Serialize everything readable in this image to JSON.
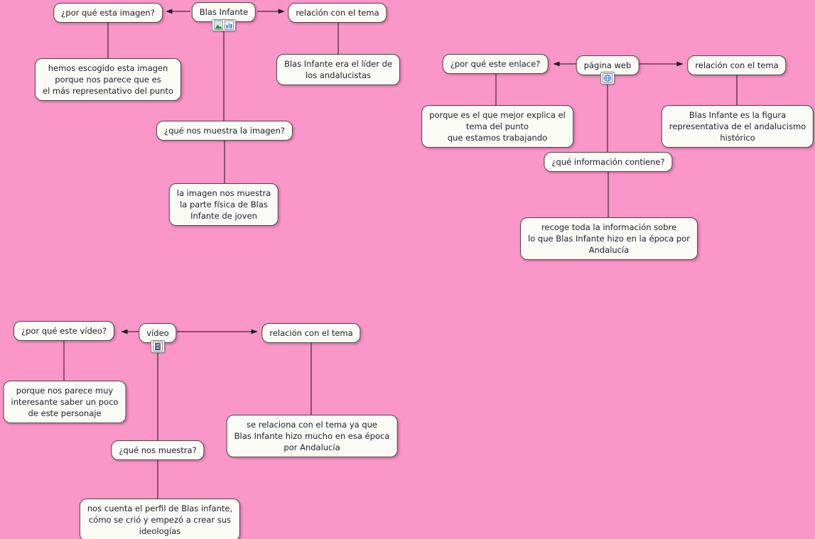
{
  "background_color": "#fb96c9",
  "node_fill": "#fbfbf6",
  "node_border_color": "#49493f",
  "text_color": "#1c1c2e",
  "clusters": {
    "imagen": {
      "center": "Blas Infante",
      "question_left": "¿por qué esta imagen?",
      "answer_left": "hemos escogido esta imagen\nporque nos parece que es\nel más representativo del punto",
      "question_right": "relación con el tema",
      "answer_right": "Blas Infante era el líder de\nlos andalucistas",
      "question_bottom": "¿qué nos muestra la imagen?",
      "answer_bottom": "la imagen nos muestra\nla parte física de Blas\nInfante de joven",
      "icons": [
        "image-resource-icon",
        "chart-resource-icon"
      ]
    },
    "pagina_web": {
      "center": "página web",
      "question_left": "¿por qué este enlace?",
      "answer_left": "porque es el que mejor explica el\ntema del punto\nque estamos trabajando",
      "question_right": "relación con el tema",
      "answer_right": "Blas Infante es la figura\nrepresentativa de el andalucismo\nhistórico",
      "question_bottom": "¿qué información contiene?",
      "answer_bottom": "recoge toda la información sobre\nlo que Blas Infante hizo en la época por\nAndalucía",
      "icons": [
        "webpage-resource-icon"
      ]
    },
    "video": {
      "center": "vídeo",
      "question_left": "¿por qué este vídeo?",
      "answer_left": "porque nos parece muy\ninteresante saber un poco\nde este personaje",
      "question_right": "relación con el tema",
      "answer_right": "se relaciona con el tema ya que\nBlas Infante hizo mucho en esa época\npor Andalucía",
      "question_bottom": "¿qué nos muestra?",
      "answer_bottom": "nos cuenta el perfil de Blas infante,\ncómo se crió y empezó a crear sus\nideologías"
    }
  },
  "links": [
    {
      "from": "imagen.center",
      "to": "imagen.question_left",
      "arrow": true
    },
    {
      "from": "imagen.center",
      "to": "imagen.question_right",
      "arrow": true
    },
    {
      "from": "imagen.center",
      "to": "imagen.question_bottom",
      "arrow": false
    },
    {
      "from": "imagen.question_left",
      "to": "imagen.answer_left",
      "arrow": false
    },
    {
      "from": "imagen.question_right",
      "to": "imagen.answer_right",
      "arrow": false
    },
    {
      "from": "imagen.question_bottom",
      "to": "imagen.answer_bottom",
      "arrow": false
    },
    {
      "from": "pagina_web.center",
      "to": "pagina_web.question_left",
      "arrow": true
    },
    {
      "from": "pagina_web.center",
      "to": "pagina_web.question_right",
      "arrow": true
    },
    {
      "from": "pagina_web.center",
      "to": "pagina_web.question_bottom",
      "arrow": false
    },
    {
      "from": "pagina_web.question_left",
      "to": "pagina_web.answer_left",
      "arrow": false
    },
    {
      "from": "pagina_web.question_right",
      "to": "pagina_web.answer_right",
      "arrow": false
    },
    {
      "from": "pagina_web.question_bottom",
      "to": "pagina_web.answer_bottom",
      "arrow": false
    },
    {
      "from": "video.center",
      "to": "video.question_left",
      "arrow": true
    },
    {
      "from": "video.center",
      "to": "video.question_right",
      "arrow": true
    },
    {
      "from": "video.center",
      "to": "video.question_bottom",
      "arrow": false
    },
    {
      "from": "video.question_left",
      "to": "video.answer_left",
      "arrow": false
    },
    {
      "from": "video.question_right",
      "to": "video.answer_right",
      "arrow": false
    },
    {
      "from": "video.question_bottom",
      "to": "video.answer_bottom",
      "arrow": false
    }
  ]
}
